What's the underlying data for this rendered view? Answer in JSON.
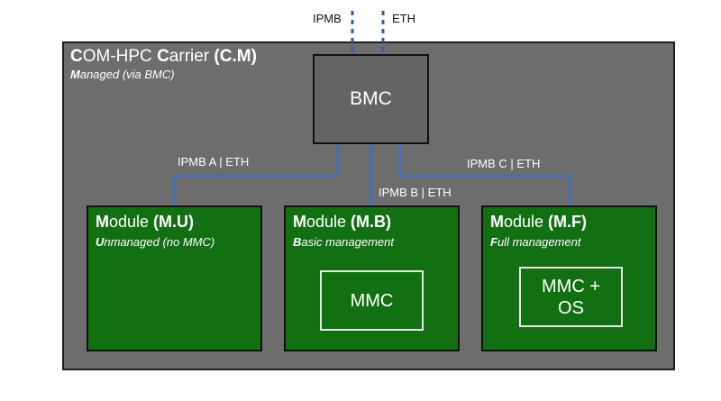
{
  "external": {
    "ipmb_label": "IPMB",
    "eth_label": "ETH"
  },
  "carrier": {
    "title_initial": "C",
    "title_rest": "OM-HPC ",
    "title_carrier_initial": "C",
    "title_carrier_rest": "arrier ",
    "title_code": "(C.M)",
    "subtitle_initial": "M",
    "subtitle_rest": "anaged (via BMC)"
  },
  "bmc": {
    "label": "BMC"
  },
  "connections": {
    "a_label": "IPMB A | ETH",
    "b_label": "IPMB B | ETH",
    "c_label": "IPMB C | ETH"
  },
  "modules": [
    {
      "title_initial": "M",
      "title_rest": "odule ",
      "code": "(M.U)",
      "subtitle_initial": "U",
      "subtitle_rest": "nmanaged (no MMC)"
    },
    {
      "title_initial": "M",
      "title_rest": "odule ",
      "code": "(M.B)",
      "subtitle_initial": "B",
      "subtitle_rest": "asic management",
      "controller_label": "MMC"
    },
    {
      "title_initial": "M",
      "title_rest": "odule ",
      "code": "(M.F)",
      "subtitle_initial": "F",
      "subtitle_rest": "ull management",
      "controller_line1": "MMC +",
      "controller_line2": "OS"
    }
  ],
  "colors": {
    "carrier_fill": "#6d6d6d",
    "bmc_fill": "#646464",
    "module_fill": "#127012",
    "link_line": "#3d6fc4",
    "external_line": "#2f5ea8"
  }
}
